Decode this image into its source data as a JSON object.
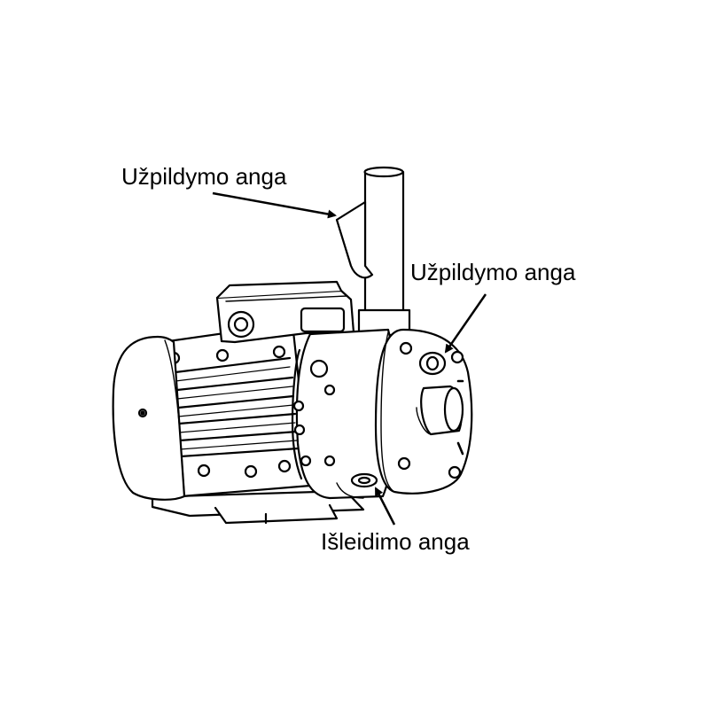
{
  "figure": {
    "subject": "pump",
    "callouts": {
      "fill_port_top": "Užpildymo anga",
      "fill_port_right": "Užpildymo anga",
      "drain_port": "Išleidimo anga"
    },
    "colors": {
      "line": "#000000",
      "fill": "#ffffff",
      "shade": "#dddddd"
    }
  }
}
